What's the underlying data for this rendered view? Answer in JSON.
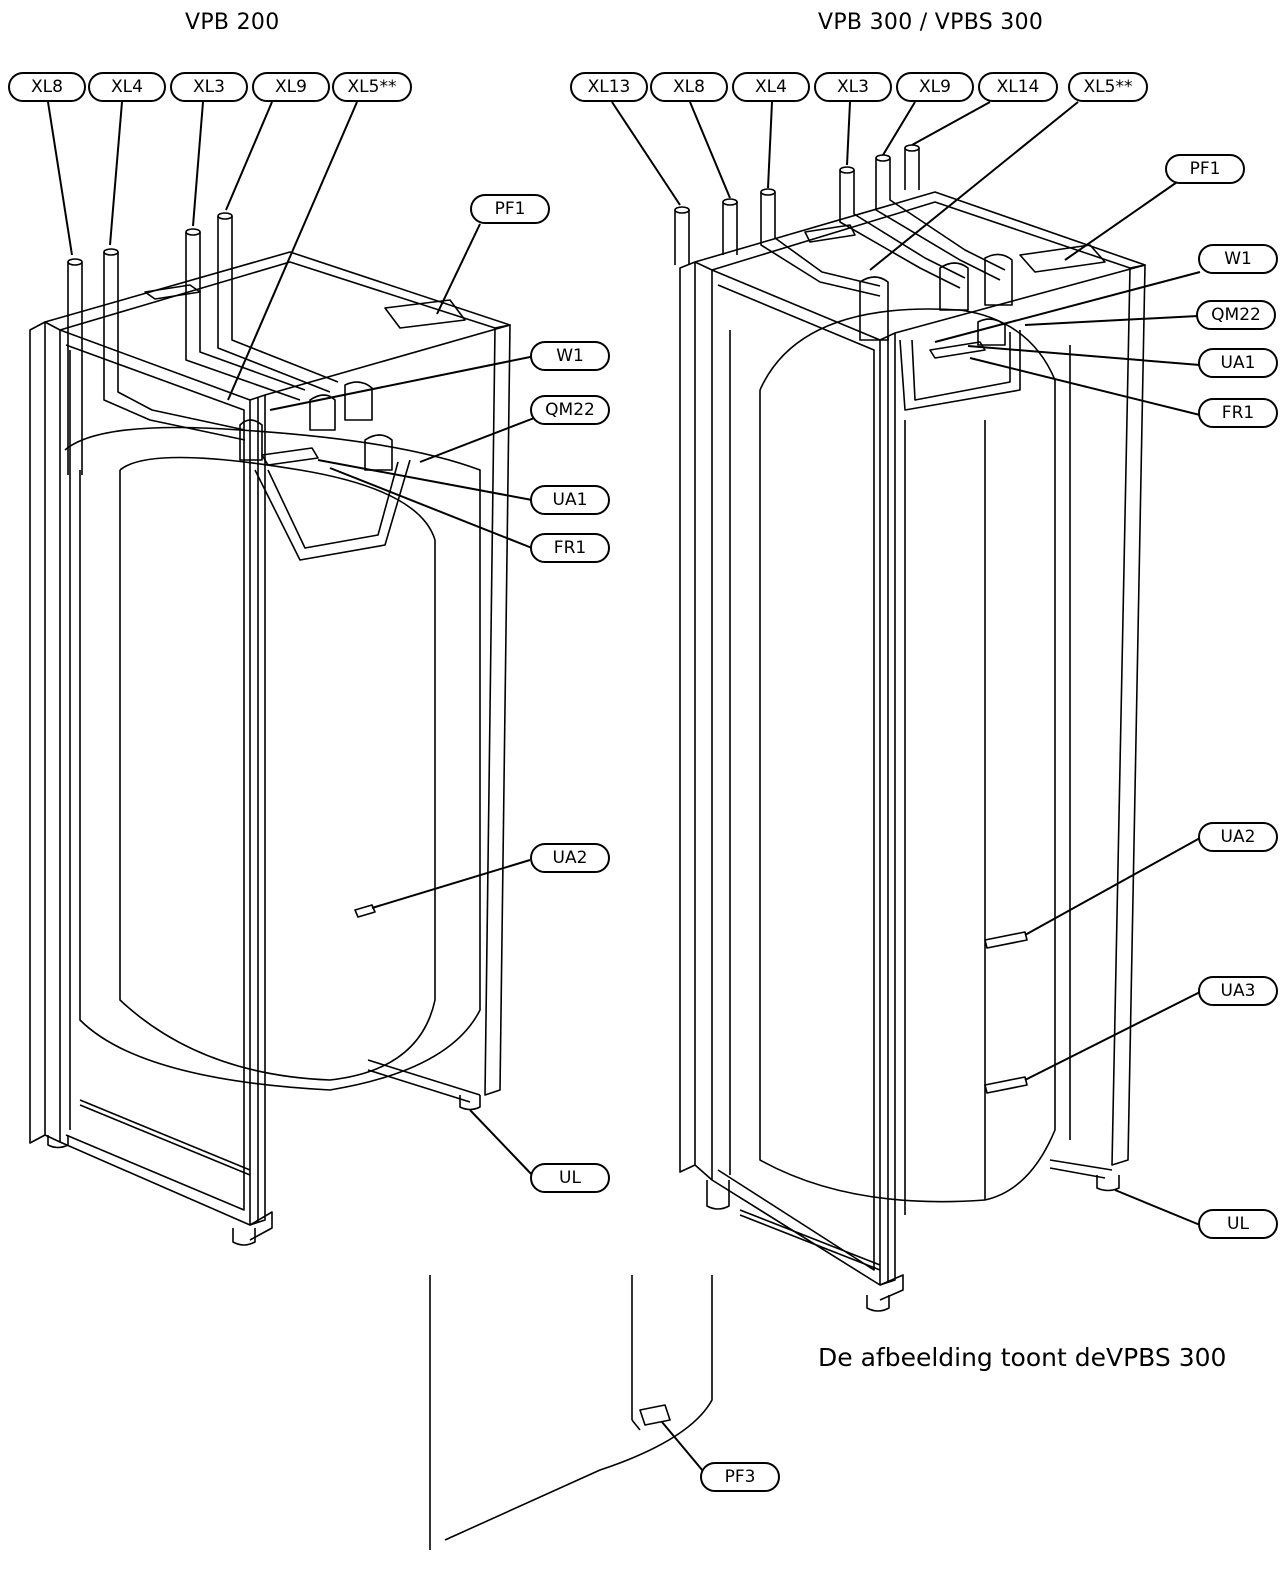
{
  "titles": {
    "left": "VPB 200",
    "right": "VPB 300  / VPBS 300"
  },
  "caption": "De afbeelding toont deVPBS 300",
  "left_labels": {
    "xl8": "XL8",
    "xl4": "XL4",
    "xl3": "XL3",
    "xl9": "XL9",
    "xl5": "XL5**",
    "pf1": "PF1",
    "w1": "W1",
    "qm22": "QM22",
    "ua1": "UA1",
    "fr1": "FR1",
    "ua2": "UA2",
    "ul": "UL"
  },
  "right_labels": {
    "xl13": "XL13",
    "xl8": "XL8",
    "xl4": "XL4",
    "xl3": "XL3",
    "xl9": "XL9",
    "xl14": "XL14",
    "xl5": "XL5**",
    "pf1": "PF1",
    "w1": "W1",
    "qm22": "QM22",
    "ua1": "UA1",
    "fr1": "FR1",
    "ua2": "UA2",
    "ua3": "UA3",
    "ul": "UL"
  },
  "bottom_labels": {
    "pf3": "PF3"
  }
}
